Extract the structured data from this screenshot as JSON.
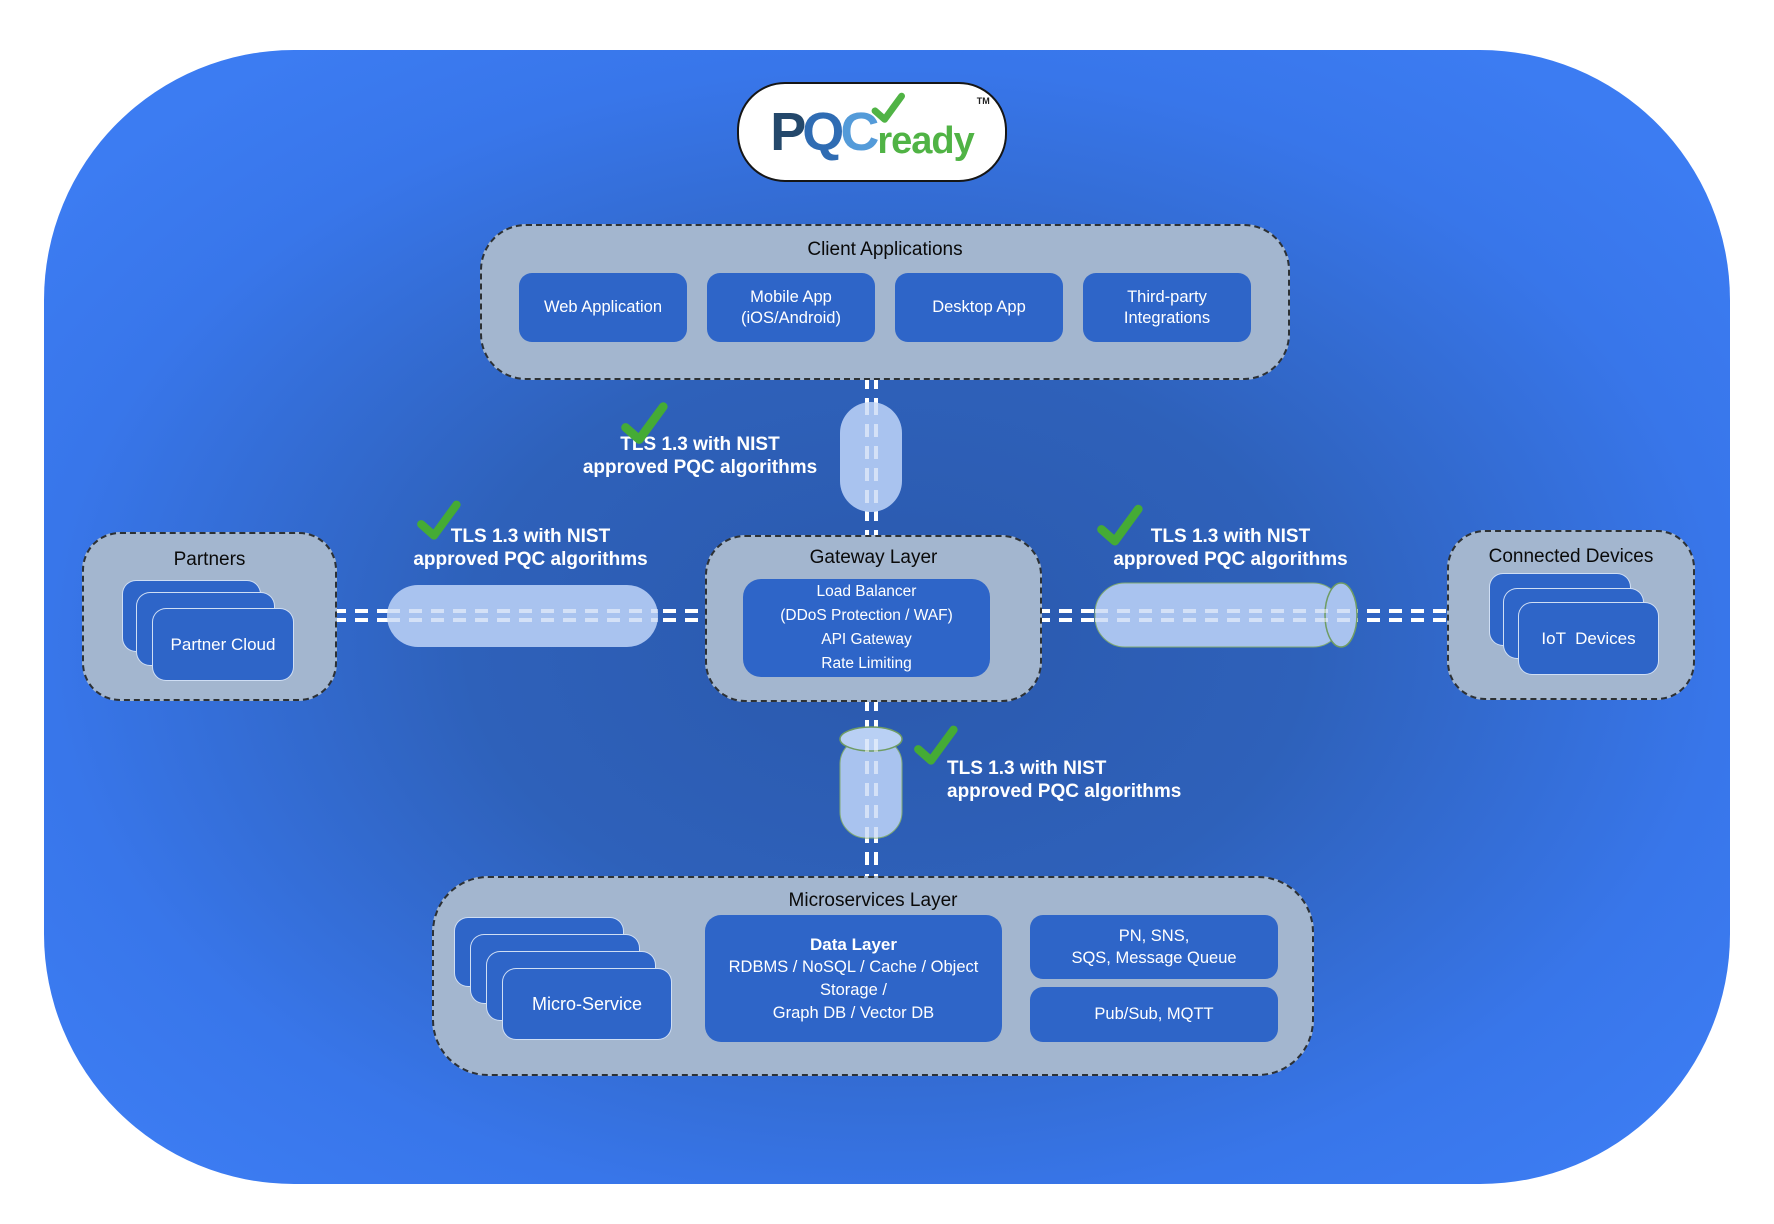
{
  "logo": {
    "p": "P",
    "q": "Q",
    "c": "C",
    "ready": "ready",
    "tm": "TM"
  },
  "client_applications": {
    "title": "Client Applications",
    "nodes": [
      {
        "label": "Web Application"
      },
      {
        "label": "Mobile App\n(iOS/Android)"
      },
      {
        "label": "Desktop App"
      },
      {
        "label": "Third-party\nIntegrations"
      }
    ]
  },
  "gateway": {
    "title": "Gateway Layer",
    "node": "Load Balancer\n(DDoS Protection / WAF)\nAPI Gateway\nRate Limiting"
  },
  "partners": {
    "title": "Partners",
    "node": "Partner Cloud"
  },
  "connected_devices": {
    "title": "Connected Devices",
    "node": "IoT  Devices"
  },
  "microservices": {
    "title": "Microservices Layer",
    "service_node": "Micro-Service",
    "data_layer_title": "Data Layer",
    "data_layer_body": "RDBMS / NoSQL / Cache / Object\nStorage /\nGraph DB / Vector DB",
    "queue_node": "PN, SNS,\nSQS, Message Queue",
    "pubsub_node": "Pub/Sub, MQTT"
  },
  "tls_labels": {
    "top": {
      "line1": "TLS 1.3 with NIST",
      "line2": "approved PQC algorithms"
    },
    "left": {
      "line1": "TLS 1.3 with NIST",
      "line2": "approved PQC algorithms"
    },
    "right": {
      "line1": "TLS 1.3 with NIST",
      "line2": "approved PQC algorithms"
    },
    "bottom": {
      "line1": "TLS 1.3 with NIST",
      "line2": "approved PQC algorithms"
    }
  },
  "colors": {
    "background_outer": "#3c7cf2",
    "background_inner": "#2b59ad",
    "container_gray": "#a3b6cf",
    "node_blue": "#2e65c8",
    "pipe_blue": "#a9c3ef",
    "check_green": "#45ab35",
    "logo_ready_green": "#50b345",
    "logo_p": "#24486b",
    "logo_q": "#2f6cb3",
    "logo_c": "#549bd9"
  }
}
